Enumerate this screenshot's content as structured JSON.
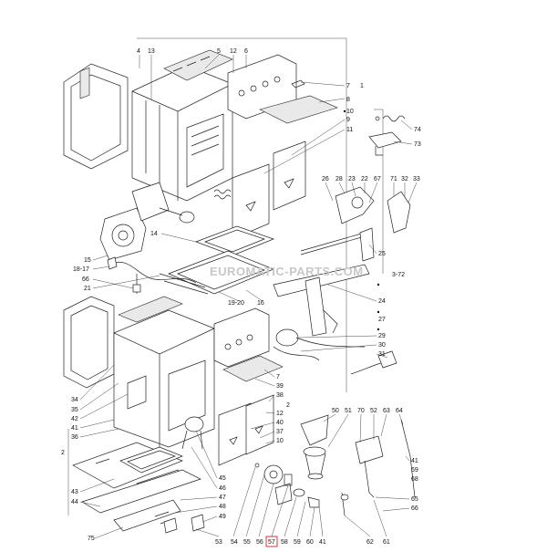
{
  "watermark": "EUROMATIC-PARTS.COM",
  "highlight_color": "#d6202a",
  "highlighted_label": "57",
  "labels_top": [
    "4",
    "13",
    "5",
    "12",
    "6",
    "7",
    "1",
    "8",
    "10",
    "9",
    "11"
  ],
  "labels_right_top": [
    "74",
    "73",
    "26",
    "28",
    "23",
    "22",
    "67",
    "71",
    "32",
    "33",
    "25",
    "3-72",
    "24",
    "27",
    "29",
    "30",
    "31"
  ],
  "labels_left_mid": [
    "15",
    "18-17",
    "66",
    "21",
    "14",
    "16",
    "19-20"
  ],
  "labels_left_low": [
    "34",
    "35",
    "42",
    "41",
    "36",
    "2",
    "43",
    "44",
    "75"
  ],
  "labels_mid_low": [
    "7",
    "39",
    "38",
    "2",
    "12",
    "40",
    "37",
    "10",
    "45",
    "46",
    "47",
    "48",
    "49"
  ],
  "labels_right_low": [
    "50",
    "51",
    "70",
    "52",
    "63",
    "64",
    "41",
    "69",
    "68",
    "65",
    "66"
  ],
  "labels_bottom": [
    "53",
    "54",
    "55",
    "56",
    "57",
    "58",
    "59",
    "60",
    "41",
    "62",
    "61"
  ]
}
